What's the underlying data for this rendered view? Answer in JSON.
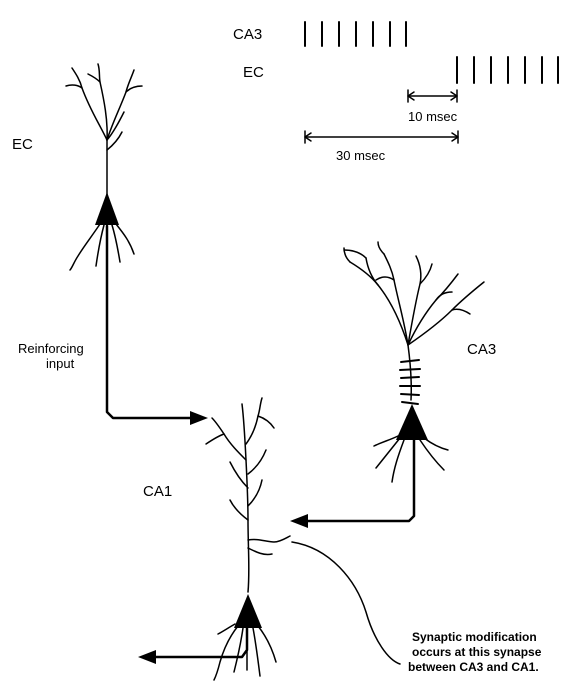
{
  "spike_panel": {
    "row1_label": "CA3",
    "row2_label": "EC",
    "scale_short": "10 msec",
    "scale_long": "30 msec"
  },
  "neurons": {
    "ec_label": "EC",
    "ca3_label": "CA3",
    "ca1_label": "CA1"
  },
  "annotations": {
    "reinforcing_line1": "Reinforcing",
    "reinforcing_line2": "input",
    "synapse_line1": "Synaptic modification",
    "synapse_line2": "occurs at this synapse",
    "synapse_line3": "between CA3 and CA1."
  }
}
